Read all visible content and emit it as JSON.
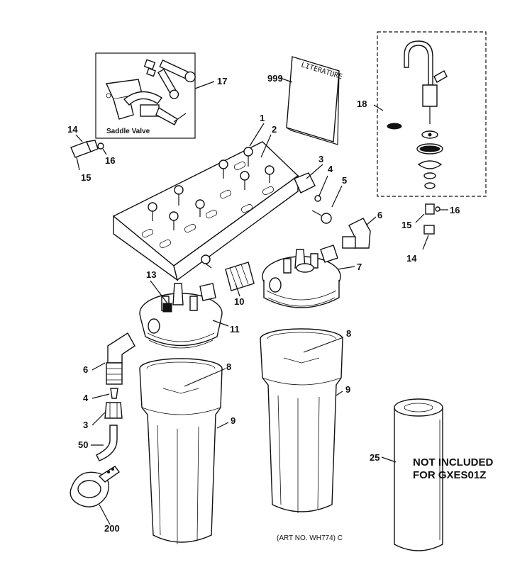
{
  "inset_saddle_valve": {
    "caption": "Saddle Valve"
  },
  "literature": {
    "cover_text": "LITERATURE"
  },
  "callouts": [
    {
      "id": "c999",
      "text": "999"
    },
    {
      "id": "c17",
      "text": "17"
    },
    {
      "id": "c18",
      "text": "18"
    },
    {
      "id": "c14a",
      "text": "14"
    },
    {
      "id": "c15a",
      "text": "15"
    },
    {
      "id": "c16a",
      "text": "16"
    },
    {
      "id": "c1",
      "text": "1"
    },
    {
      "id": "c2",
      "text": "2"
    },
    {
      "id": "c3a",
      "text": "3"
    },
    {
      "id": "c4a",
      "text": "4"
    },
    {
      "id": "c5",
      "text": "5"
    },
    {
      "id": "c6a",
      "text": "6"
    },
    {
      "id": "c16b",
      "text": "16"
    },
    {
      "id": "c15b",
      "text": "15"
    },
    {
      "id": "c14b",
      "text": "14"
    },
    {
      "id": "c7",
      "text": "7"
    },
    {
      "id": "c13",
      "text": "13"
    },
    {
      "id": "c10",
      "text": "10"
    },
    {
      "id": "c11",
      "text": "11"
    },
    {
      "id": "c8a",
      "text": "8"
    },
    {
      "id": "c8b",
      "text": "8"
    },
    {
      "id": "c9a",
      "text": "9"
    },
    {
      "id": "c9b",
      "text": "9"
    },
    {
      "id": "c6b",
      "text": "6"
    },
    {
      "id": "c4b",
      "text": "4"
    },
    {
      "id": "c3b",
      "text": "3"
    },
    {
      "id": "c50",
      "text": "50"
    },
    {
      "id": "c200",
      "text": "200"
    },
    {
      "id": "c25",
      "text": "25"
    }
  ],
  "not_included_note": {
    "line1": "NOT INCLUDED",
    "line2": "FOR GXES01Z"
  },
  "art_number": "(ART NO. WH774) C"
}
